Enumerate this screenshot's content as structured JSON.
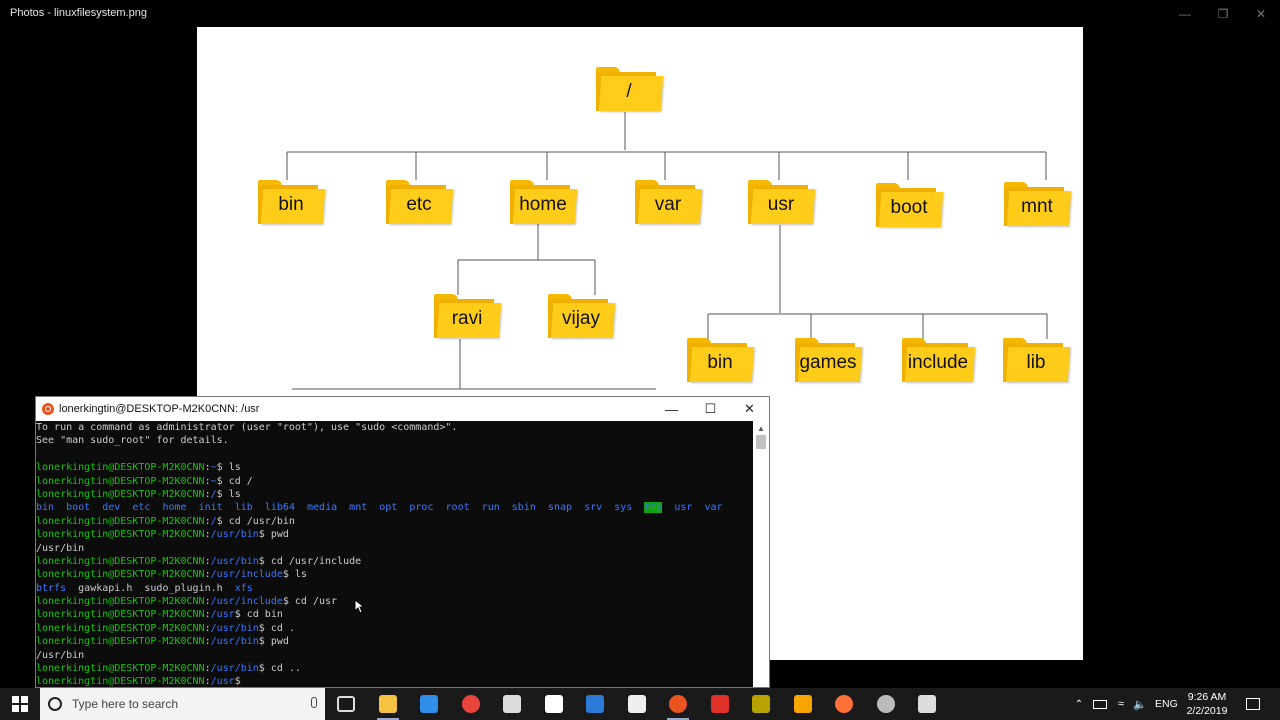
{
  "window": {
    "title": "Photos - linuxfilesystem.png"
  },
  "diagram": {
    "root": "/",
    "level1": [
      "bin",
      "etc",
      "home",
      "var",
      "usr",
      "boot",
      "mnt"
    ],
    "home_children": [
      "ravi",
      "vijay"
    ],
    "usr_children": [
      "bin",
      "games",
      "include",
      "lib"
    ]
  },
  "terminal": {
    "title": "lonerkingtin@DESKTOP-M2K0CNN: /usr",
    "intro": [
      "To run a command as administrator (user \"root\"), use \"sudo <command>\".",
      "See \"man sudo_root\" for details.",
      ""
    ],
    "ls_root": [
      "bin",
      "boot",
      "dev",
      "etc",
      "home",
      "init",
      "lib",
      "lib64",
      "media",
      "mnt",
      "opt",
      "proc",
      "root",
      "run",
      "sbin",
      "snap",
      "srv",
      "sys",
      "tmp",
      "usr",
      "var"
    ],
    "ls_include": [
      "btrfs",
      "gawkapi.h",
      "sudo_plugin.h",
      "xfs"
    ],
    "user": "lonerkingtin@DESKTOP-M2K0CNN",
    "lines": [
      {
        "kind": "cmd",
        "path": "~",
        "cmd": "ls"
      },
      {
        "kind": "cmd",
        "path": "~",
        "cmd": "cd /"
      },
      {
        "kind": "cmd",
        "path": "/",
        "cmd": "ls"
      },
      {
        "kind": "ls_root"
      },
      {
        "kind": "cmd",
        "path": "/",
        "cmd": "cd /usr/bin"
      },
      {
        "kind": "cmd",
        "path": "/usr/bin",
        "cmd": "pwd"
      },
      {
        "kind": "out",
        "text": "/usr/bin"
      },
      {
        "kind": "cmd",
        "path": "/usr/bin",
        "cmd": "cd /usr/include"
      },
      {
        "kind": "cmd",
        "path": "/usr/include",
        "cmd": "ls"
      },
      {
        "kind": "ls_include"
      },
      {
        "kind": "cmd",
        "path": "/usr/include",
        "cmd": "cd /usr"
      },
      {
        "kind": "cmd",
        "path": "/usr",
        "cmd": "cd bin"
      },
      {
        "kind": "cmd",
        "path": "/usr/bin",
        "cmd": "cd ."
      },
      {
        "kind": "cmd",
        "path": "/usr/bin",
        "cmd": "pwd"
      },
      {
        "kind": "out",
        "text": "/usr/bin"
      },
      {
        "kind": "cmd",
        "path": "/usr/bin",
        "cmd": "cd .."
      },
      {
        "kind": "cmd",
        "path": "/usr",
        "cmd": ""
      }
    ]
  },
  "taskbar": {
    "search_placeholder": "Type here to search",
    "lang": "ENG",
    "time": "9:26 AM",
    "date": "2/2/2019",
    "apps": [
      "task-view-icon",
      "file-explorer-icon",
      "edge-icon",
      "chrome-icon",
      "store-icon",
      "mail-icon",
      "vscode-icon",
      "typora-icon",
      "ubuntu-icon",
      "acrobat-icon",
      "winrar-icon",
      "notes-icon",
      "firefox-icon",
      "obs-icon",
      "photos-icon"
    ]
  },
  "colors": {
    "folder": "#ffcc1a",
    "prompt_user": "#16c60c",
    "prompt_path": "#3b78ff",
    "taskbar": "#1a1a1a"
  }
}
